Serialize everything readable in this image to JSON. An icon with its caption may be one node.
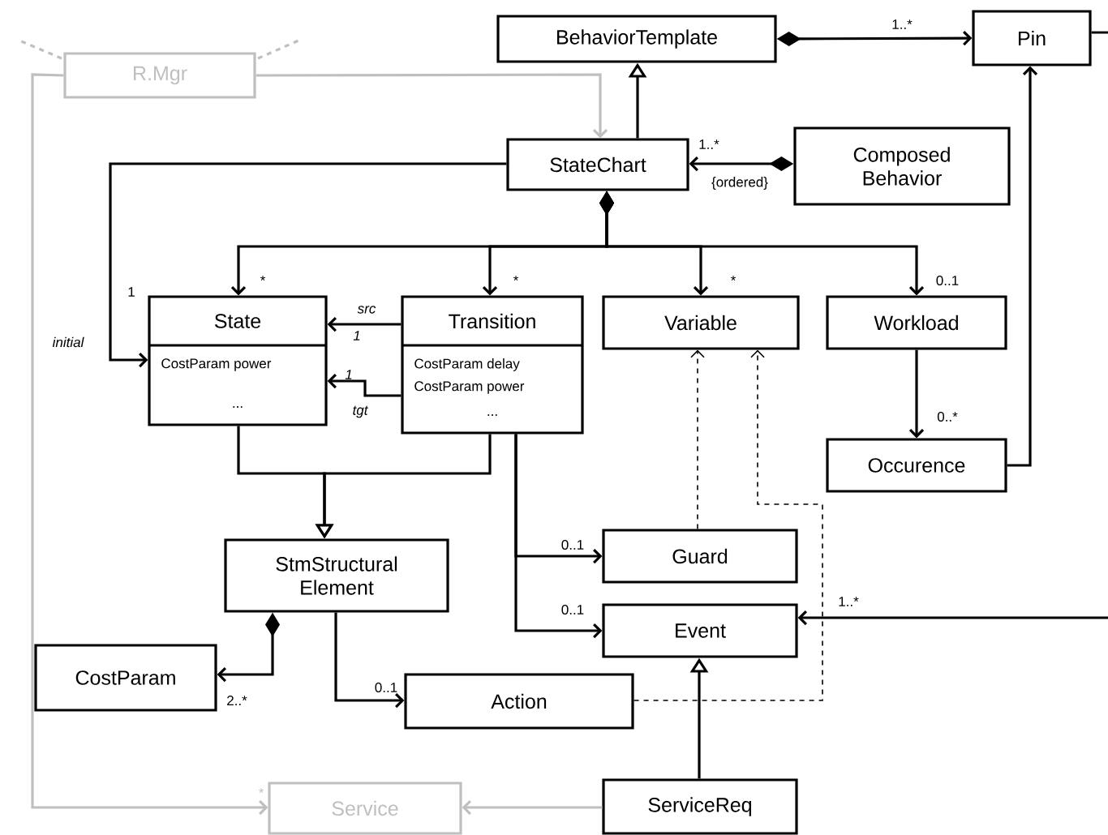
{
  "diagram": {
    "nodes": [
      {
        "text": [
          "BehaviorTemplate"
        ]
      },
      {
        "text": [
          "Pin"
        ]
      },
      {
        "text": [
          "R.Mgr"
        ]
      },
      {
        "text": [
          "StateChart"
        ]
      },
      {
        "text": [
          "Composed Behavior"
        ]
      },
      {
        "text": [
          "State",
          "CostParam power",
          "..."
        ]
      },
      {
        "text": [
          "Transition",
          "CostParam delay",
          "CostParam power",
          "..."
        ]
      },
      {
        "text": [
          "Variable"
        ]
      },
      {
        "text": [
          "Workload"
        ]
      },
      {
        "text": [
          "Occurence"
        ]
      },
      {
        "text": [
          "StmStructural Element"
        ]
      },
      {
        "text": [
          "Guard"
        ]
      },
      {
        "text": [
          "Event"
        ]
      },
      {
        "text": [
          "CostParam"
        ]
      },
      {
        "text": [
          "Action"
        ]
      },
      {
        "text": [
          "Service"
        ]
      },
      {
        "text": [
          "ServiceReq"
        ]
      }
    ],
    "edges": [
      {
        "from": 0,
        "to": 1,
        "arrow": "to",
        "label": "1..*"
      },
      {
        "from": 3,
        "to": 0,
        "arrow": "to"
      },
      {
        "from": 2,
        "to": 3,
        "arrow": "to",
        "color": "#bfbfbf"
      },
      {
        "from": 2,
        "to": 15,
        "arrow": "to",
        "color": "#bfbfbf",
        "label": "*"
      },
      {
        "from": 4,
        "to": 3,
        "arrow": "to",
        "label": "1..*"
      },
      {
        "from": 3,
        "to": 5,
        "arrow": "to",
        "label": "1"
      },
      {
        "from": 3,
        "to": 5,
        "arrow": "to",
        "label": "*"
      },
      {
        "from": 3,
        "to": 6,
        "arrow": "to",
        "label": "*"
      },
      {
        "from": 3,
        "to": 7,
        "arrow": "to",
        "label": "*"
      },
      {
        "from": 3,
        "to": 8,
        "arrow": "to",
        "label": "0..1"
      },
      {
        "from": 6,
        "to": 5,
        "arrow": "to",
        "label": "src"
      },
      {
        "from": 6,
        "to": 5,
        "arrow": "to",
        "label": "tgt"
      },
      {
        "from": 5,
        "to": 10,
        "arrow": "to"
      },
      {
        "from": 6,
        "to": 10,
        "arrow": "to"
      },
      {
        "from": 6,
        "to": 11,
        "arrow": "to",
        "label": "0..1"
      },
      {
        "from": 6,
        "to": 12,
        "arrow": "to",
        "label": "0..1"
      },
      {
        "from": 10,
        "to": 13,
        "arrow": "to",
        "label": "2..*"
      },
      {
        "from": 10,
        "to": 14,
        "arrow": "to",
        "label": "0..1"
      },
      {
        "from": 11,
        "to": 7,
        "arrow": "to",
        "style": "dashed"
      },
      {
        "from": 14,
        "to": 7,
        "arrow": "to",
        "style": "dashed"
      },
      {
        "from": 8,
        "to": 9,
        "arrow": "to",
        "label": "0..*"
      },
      {
        "from": 9,
        "to": 1,
        "arrow": "to"
      },
      {
        "from": null,
        "to": 12,
        "arrow": "to",
        "label": "1..*"
      },
      {
        "from": 1,
        "to": null,
        "arrow": "none"
      },
      {
        "from": 16,
        "to": 12,
        "arrow": "to"
      },
      {
        "from": 16,
        "to": 15,
        "arrow": "to",
        "color": "#bfbfbf"
      }
    ],
    "labels": [
      "{ordered}",
      "1",
      "initial",
      "1"
    ]
  }
}
